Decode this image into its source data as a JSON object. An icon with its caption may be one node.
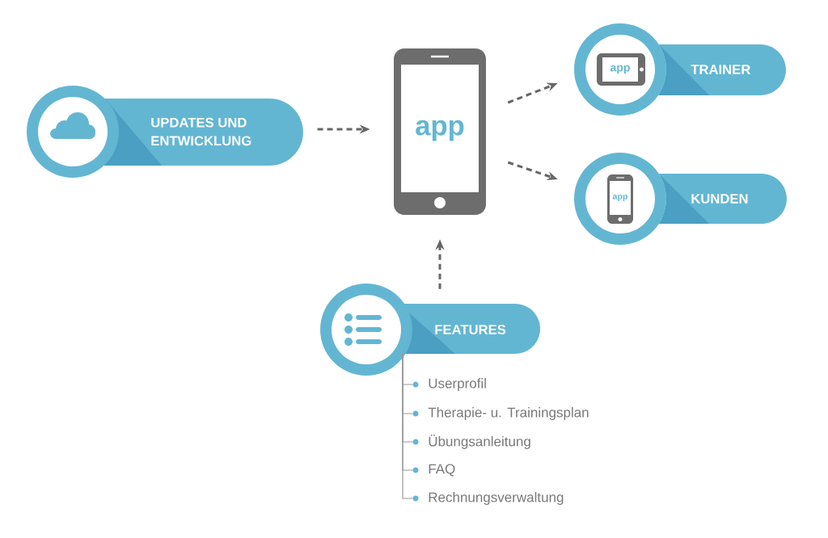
{
  "diagram": {
    "nodes": [
      {
        "text": [
          "UPDATES UND ENTWICKLUNG"
        ]
      },
      {
        "text": [
          "app"
        ]
      },
      {
        "text": [
          "app"
        ]
      },
      {
        "text": [
          "TRAINER"
        ]
      },
      {
        "text": [
          "app"
        ]
      },
      {
        "text": [
          "KUNDEN"
        ]
      },
      {
        "text": [
          "FEATURES"
        ]
      },
      {
        "text": [
          "Userprofil"
        ]
      },
      {
        "text": [
          "Therapie- u. Trainingsplan"
        ]
      },
      {
        "text": [
          "Übungsanleitung"
        ]
      },
      {
        "text": [
          "FAQ"
        ]
      },
      {
        "text": [
          "Rechnungsverwaltung"
        ]
      }
    ],
    "edges": [
      {
        "from": 0,
        "to": 1,
        "arrow": "to",
        "style": "dashed"
      },
      {
        "from": 1,
        "to": 2,
        "arrow": "to",
        "style": "dashed"
      },
      {
        "from": 1,
        "to": 4,
        "arrow": "to",
        "style": "dashed"
      },
      {
        "from": 6,
        "to": 1,
        "arrow": "to",
        "style": "dashed"
      },
      {
        "from": 6,
        "to": 7,
        "arrow": "none",
        "color": "#9a9a9a"
      },
      {
        "from": 6,
        "to": 8,
        "arrow": "none",
        "color": "#9a9a9a"
      },
      {
        "from": 6,
        "to": 9,
        "arrow": "none",
        "color": "#9a9a9a"
      },
      {
        "from": 6,
        "to": 10,
        "arrow": "none",
        "color": "#9a9a9a"
      },
      {
        "from": 6,
        "to": 11,
        "arrow": "none",
        "color": "#9a9a9a"
      }
    ]
  }
}
